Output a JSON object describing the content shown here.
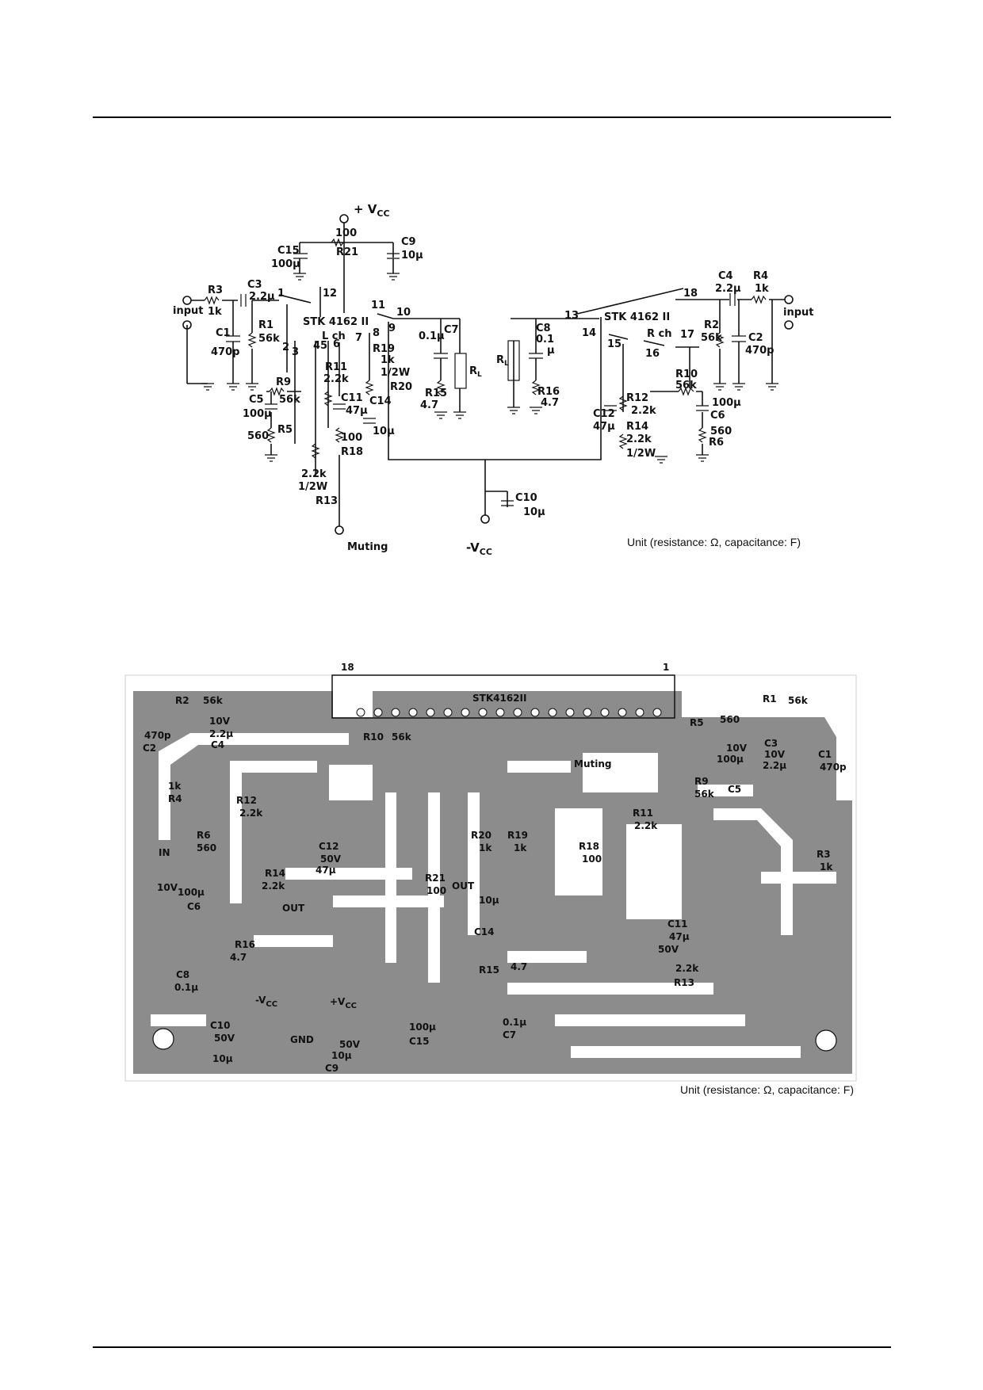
{
  "schematic": {
    "supply_pos": "+ V",
    "supply_pos_sub": "CC",
    "supply_neg": "-V",
    "supply_neg_sub": "CC",
    "muting": "Muting",
    "ic_left": "STK 4162 II",
    "ic_right": "STK 4162 II",
    "ch_left": "L ch",
    "ch_right": "R ch",
    "input_left": "input",
    "input_right": "input",
    "load": "R",
    "load_sub": "L",
    "pins_left": [
      "1",
      "2",
      "3",
      "4",
      "5",
      "6",
      "7",
      "8",
      "9",
      "10",
      "11",
      "12"
    ],
    "pins_right": [
      "13",
      "14",
      "15",
      "16",
      "17",
      "18"
    ],
    "components": {
      "r21": "R21",
      "r21_val": "100",
      "c15": "C15",
      "c15_val": "100μ",
      "c9": "C9",
      "c9_val": "10μ",
      "r3": "R3",
      "r3_val": "1k",
      "c3": "C3",
      "c3_val": "2.2μ",
      "c1": "C1",
      "c1_val": "470p",
      "r1": "R1",
      "r1_val": "56k",
      "r9": "R9",
      "r9_val": "56k",
      "c5": "C5",
      "c5_val": "100μ",
      "r5": "R5",
      "r5_val": "560",
      "r11": "R11",
      "r11_val": "2.2k",
      "c11": "C11",
      "c11_val": "47μ",
      "r19": "R19",
      "r19_val": "1k",
      "r19_pwr": "1/2W",
      "r20": "R20",
      "c14": "C14",
      "c14_val": "10μ",
      "r18": "R18",
      "r18_val": "100",
      "r13": "R13",
      "r13_val": "2.2k",
      "r13_pwr": "1/2W",
      "r15": "R15",
      "r15_val": "4.7",
      "c7": "C7",
      "c7_val": "0.1μ",
      "c8": "C8",
      "c8_val": "0.1",
      "c8_unit": "μ",
      "r16": "R16",
      "r16_val": "4.7",
      "c12": "C12",
      "c12_val": "47μ",
      "r12": "R12",
      "r12_val": "2.2k",
      "r14": "R14",
      "r14_val": "2.2k",
      "r14_pwr": "1/2W",
      "r10": "R10",
      "r10_val": "56k",
      "c6": "C6",
      "c6_val": "100μ",
      "r6": "R6",
      "r6_val": "560",
      "r2": "R2",
      "r2_val": "56k",
      "c2": "C2",
      "c2_val": "470p",
      "c4": "C4",
      "c4_val": "2.2μ",
      "r4": "R4",
      "r4_val": "1k",
      "c10": "C10",
      "c10_val": "10μ"
    },
    "unit_note": "Unit (resistance: Ω, capacitance: F)"
  },
  "pcb": {
    "ic_label": "STK4162II",
    "pin_first": "18",
    "pin_last": "1",
    "labels": {
      "r2": "R2",
      "r2_val": "56k",
      "c2_val": "470p",
      "c2": "C2",
      "c4_v": "10V",
      "c4_val": "2.2μ",
      "c4": "C4",
      "r10": "R10",
      "r10_val": "56k",
      "muting": "Muting",
      "r5": "R5",
      "r5_val": "560",
      "r1": "R1",
      "r1_val": "56k",
      "c3": "C3",
      "c3_v": "10V",
      "c3_val": "2.2μ",
      "c1": "C1",
      "c1_val": "470p",
      "c5_v": "10V",
      "c5_val": "100μ",
      "c5": "C5",
      "r9": "R9",
      "r9_val": "56k",
      "r4_val": "1k",
      "r4": "R4",
      "r12": "R12",
      "r12_val": "2.2k",
      "r6": "R6",
      "r6_val": "560",
      "in": "IN",
      "c12": "C12",
      "c12_v": "50V",
      "c12_val": "47μ",
      "r14": "R14",
      "r14_val": "2.2k",
      "c6_v": "10V",
      "c6_val": "100μ",
      "c6": "C6",
      "out_left": "OUT",
      "r20": "R20",
      "r20_val": "1k",
      "r19": "R19",
      "r19_val": "1k",
      "r18": "R18",
      "r18_val": "100",
      "r21": "R21",
      "r21_val": "100",
      "out_mid": "OUT",
      "r11": "R11",
      "r11_val": "2.2k",
      "r3": "R3",
      "r3_val": "1k",
      "c14_val": "10μ",
      "c14": "C14",
      "c11": "C11",
      "c11_val": "47μ",
      "c11_v": "50V",
      "r16": "R16",
      "r16_val": "4.7",
      "c8": "C8",
      "c8_val": "0.1μ",
      "r15": "R15",
      "r15_val": "4.7",
      "r13_val": "2.2k",
      "r13": "R13",
      "vcc_neg": "-V",
      "vcc_pos": "+V",
      "vcc_sub": "CC",
      "c10": "C10",
      "c10_v": "50V",
      "c10_val": "10μ",
      "gnd": "GND",
      "c9_v": "50V",
      "c9_val": "10μ",
      "c9": "C9",
      "c15_val": "100μ",
      "c15": "C15",
      "c7_val": "0.1μ",
      "c7": "C7"
    },
    "unit_note": "Unit (resistance: Ω, capacitance: F)"
  }
}
